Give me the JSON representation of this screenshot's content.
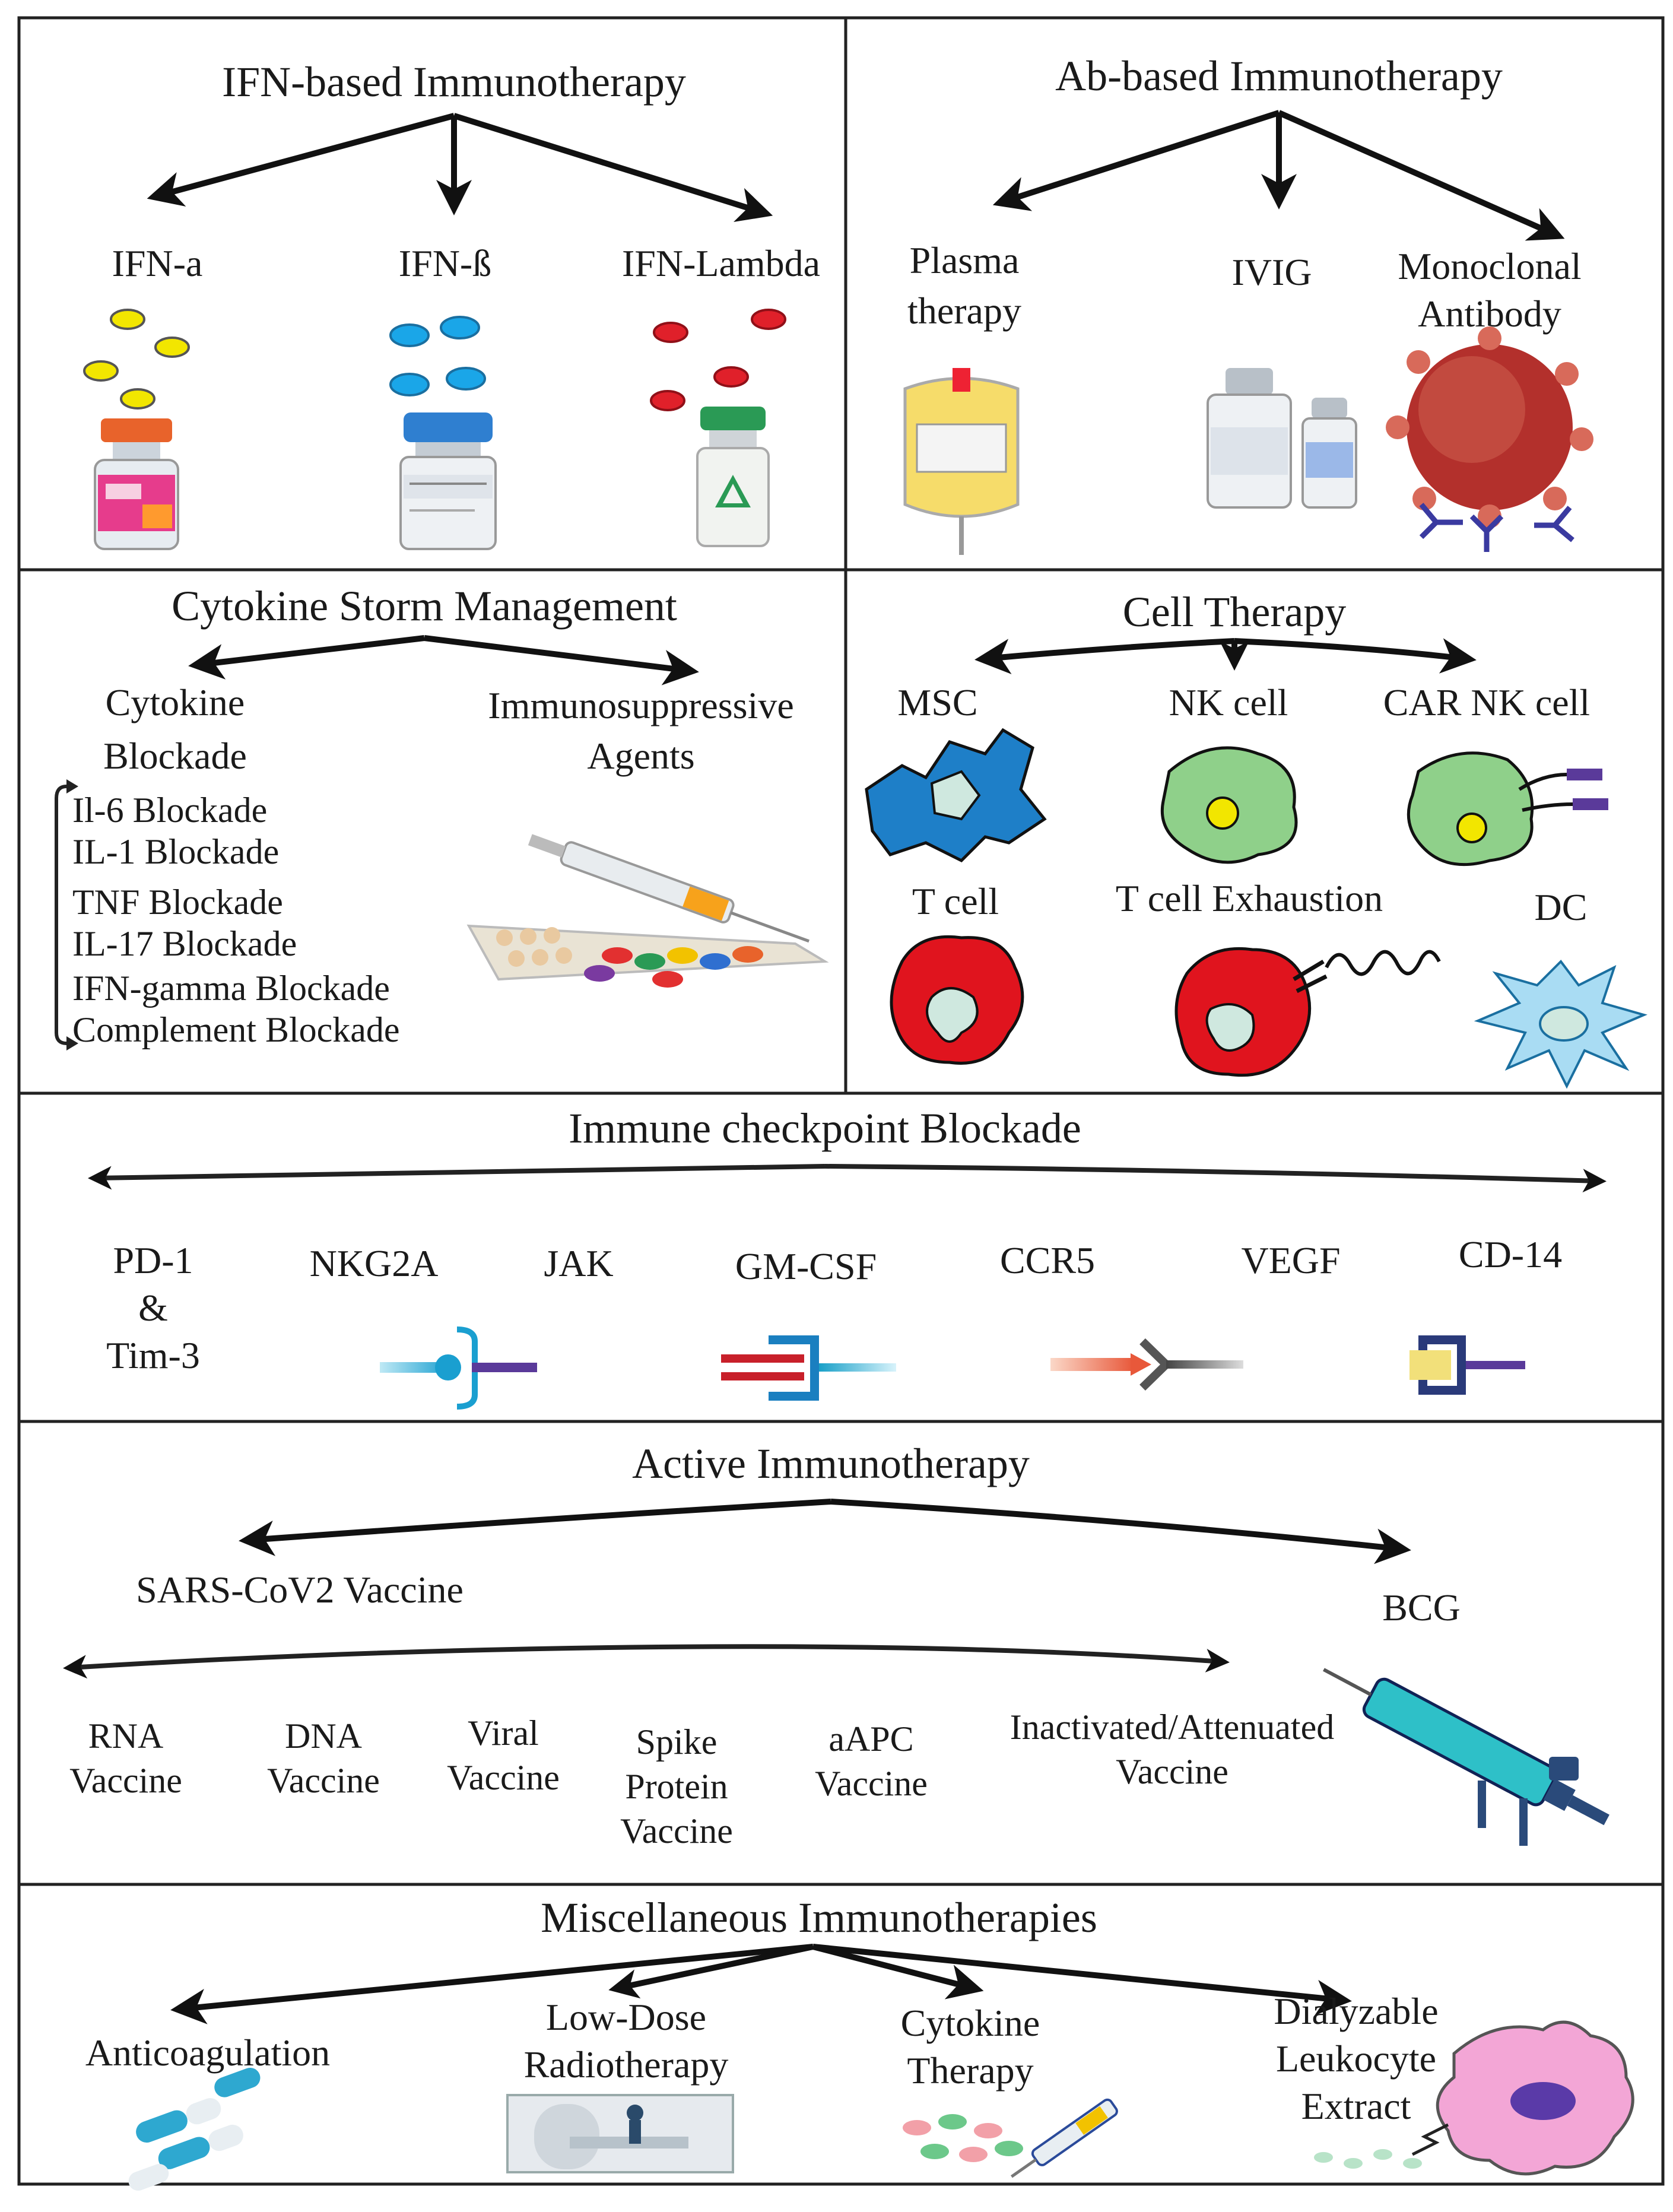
{
  "panels": {
    "ifn": {
      "title": "IFN-based Immunotherapy",
      "items": [
        "IFN-a",
        "IFN-ß",
        "IFN-Lambda"
      ]
    },
    "ab": {
      "title": "Ab-based Immunotherapy",
      "items": [
        {
          "lines": [
            "Plasma",
            "therapy"
          ]
        },
        {
          "lines": [
            "IVIG"
          ]
        },
        {
          "lines": [
            "Monoclonal",
            "Antibody"
          ]
        }
      ]
    },
    "cytokine_storm": {
      "title": "Cytokine Storm Management",
      "branches": [
        {
          "lines": [
            "Cytokine",
            "Blockade"
          ]
        },
        {
          "lines": [
            "Immunosuppressive",
            "Agents"
          ]
        }
      ],
      "blockades": [
        "Il-6 Blockade",
        "IL-1 Blockade",
        "TNF Blockade",
        "IL-17 Blockade",
        "IFN-gamma Blockade",
        "Complement Blockade"
      ]
    },
    "cell_therapy": {
      "title": "Cell Therapy",
      "cells": [
        "MSC",
        "NK cell",
        "CAR NK cell",
        "T cell",
        "T cell Exhaustion",
        "DC"
      ]
    },
    "checkpoint": {
      "title": "Immune checkpoint Blockade",
      "targets": [
        {
          "lines": [
            "PD-1",
            "&",
            "Tim-3"
          ]
        },
        {
          "lines": [
            "NKG2A"
          ]
        },
        {
          "lines": [
            "JAK"
          ]
        },
        {
          "lines": [
            "GM-CSF"
          ]
        },
        {
          "lines": [
            "CCR5"
          ]
        },
        {
          "lines": [
            "VEGF"
          ]
        },
        {
          "lines": [
            "CD-14"
          ]
        }
      ]
    },
    "active": {
      "title": "Active Immunotherapy",
      "branches": [
        "SARS-CoV2 Vaccine",
        "BCG"
      ],
      "vaccines": [
        {
          "lines": [
            "RNA",
            "Vaccine"
          ]
        },
        {
          "lines": [
            "DNA",
            "Vaccine"
          ]
        },
        {
          "lines": [
            "Viral",
            "Vaccine"
          ]
        },
        {
          "lines": [
            "Spike",
            "Protein",
            "Vaccine"
          ]
        },
        {
          "lines": [
            "aAPC",
            "Vaccine"
          ]
        },
        {
          "lines": [
            "Inactivated/Attenuated",
            "Vaccine"
          ]
        }
      ]
    },
    "misc": {
      "title": "Miscellaneous Immunotherapies",
      "items": [
        {
          "lines": [
            "Anticoagulation"
          ]
        },
        {
          "lines": [
            "Low-Dose",
            "Radiotherapy"
          ]
        },
        {
          "lines": [
            "Cytokine",
            "Therapy"
          ]
        },
        {
          "lines": [
            "Dialyzable",
            "Leukocyte",
            "Extract"
          ]
        }
      ]
    }
  },
  "colors": {
    "ifn_alpha_dot": "#f2e600",
    "ifn_beta_dot": "#1aa6e8",
    "ifn_lambda_dot": "#e0202a",
    "msc_cell": "#1e7fc8",
    "nk_cell": "#8fd08a",
    "t_cell": "#e0141e",
    "dc_cell": "#a9dcf3",
    "virus": "#b3302c",
    "antibody": "#3a3aa0",
    "nucleus_yellow": "#f2e600",
    "cell_core": "#cfe8df",
    "macrophage": "#f3a6d6"
  }
}
